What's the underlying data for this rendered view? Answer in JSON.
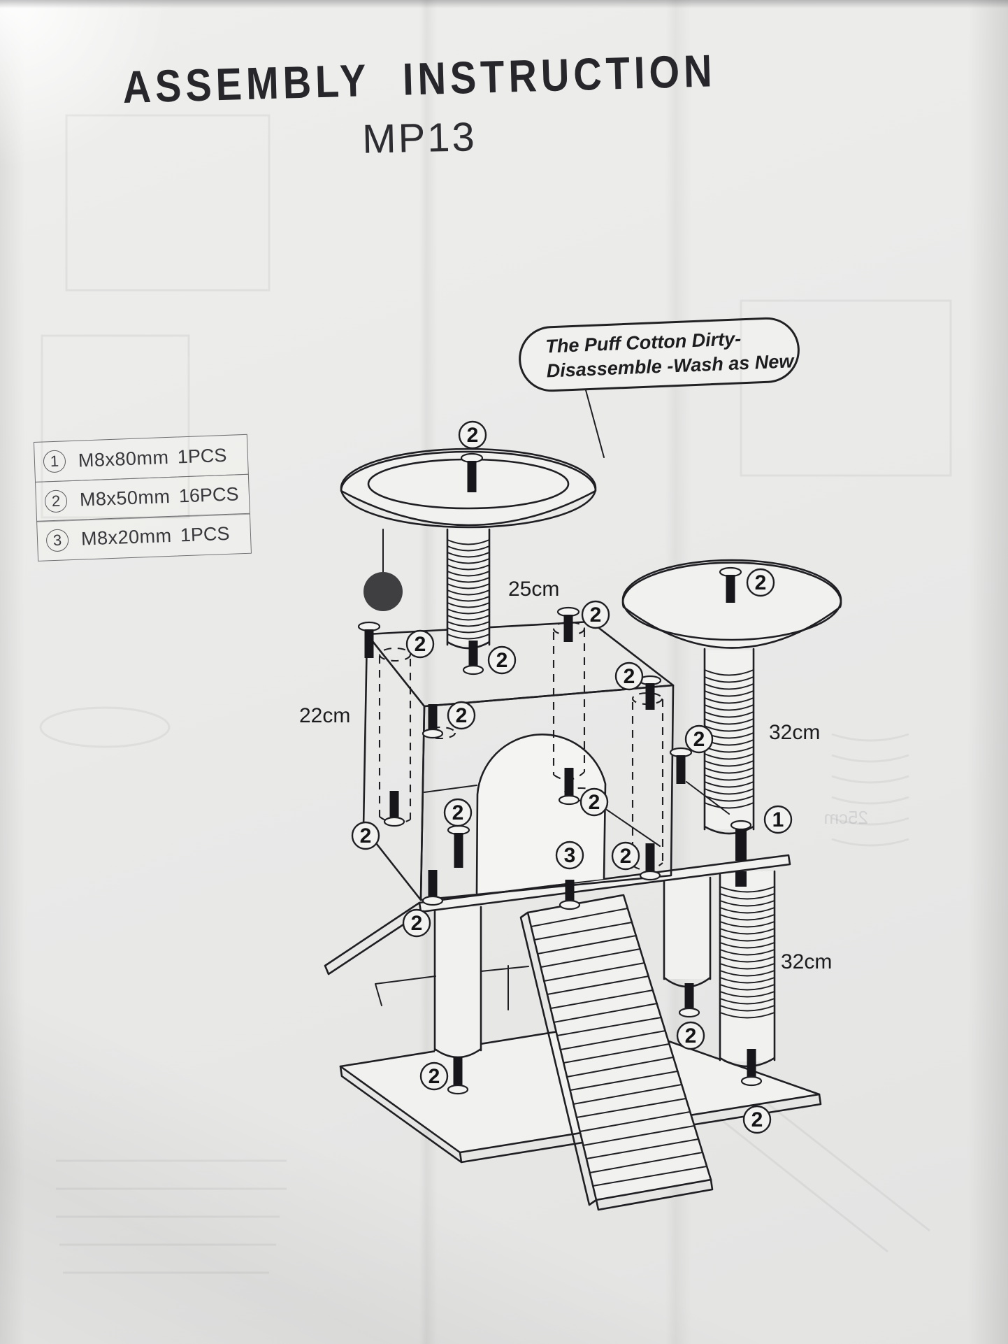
{
  "page": {
    "title": "ASSEMBLY INSTRUCTION",
    "model": "MP13"
  },
  "callout": {
    "line1": "The Puff Cotton  Dirty-",
    "line2": "Disassemble -Wash as New"
  },
  "parts": {
    "rows": [
      {
        "num": "1",
        "size": "M8x80mm",
        "qty": "1PCS"
      },
      {
        "num": "2",
        "size": "M8x50mm",
        "qty": "16PCS"
      },
      {
        "num": "3",
        "size": "M8x20mm",
        "qty": "1PCS"
      }
    ]
  },
  "markers": {
    "one": "1",
    "two": "2",
    "three": "3"
  },
  "dimensions": {
    "top_post": "25cm",
    "house": "22cm",
    "upper_right_post": "32cm",
    "lower_right_post": "32cm"
  },
  "ghost": {
    "mirrored_dim": "25cm"
  }
}
